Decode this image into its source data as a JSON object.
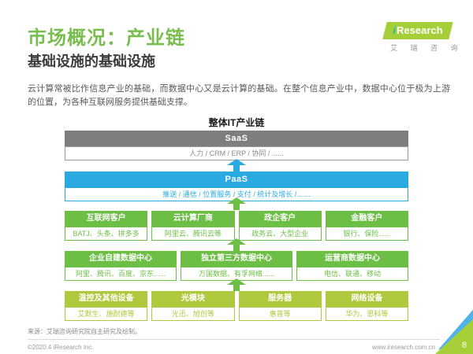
{
  "slide": {
    "title": "市场概况：产业链",
    "subtitle": "基础设施的基础设施",
    "body": "云计算常被比作信息产业的基础，而数据中心又是云计算的基础。在整个信息产业中，数据中心位于极为上游的位置，为各种互联网服务提供基础支撑。",
    "source": "来源：艾瑞咨询研究院自主研究及绘制。"
  },
  "logo": {
    "i": "i",
    "name": "Research",
    "cn": "艾 瑞 咨 询"
  },
  "footer": {
    "copyright": "©2020.4 iResearch Inc.",
    "website": "www.iresearch.com.cn",
    "page_number": "8"
  },
  "diagram": {
    "title": "整体IT产业链",
    "saas": {
      "label": "SaaS",
      "items": "人力 / CRM / ERP / 协同 / ......"
    },
    "paas": {
      "label": "PaaS",
      "items": "推送 / 通信 / 位置服务 / 支付 / 统计及增长 / ......"
    },
    "rows": [
      {
        "boxes": [
          {
            "label": "互联网客户",
            "items": "BATJ、头条、拼多多"
          },
          {
            "label": "云计算厂商",
            "items": "阿里云、腾讯云等"
          },
          {
            "label": "政企客户",
            "items": "政务云、大型企业"
          },
          {
            "label": "金融客户",
            "items": "银行、保险......"
          }
        ]
      },
      {
        "boxes": [
          {
            "label": "企业自建数据中心",
            "items": "阿里、腾讯、百度、京东......"
          },
          {
            "label": "独立第三方数据中心",
            "items": "万国数据、有孚网络......"
          },
          {
            "label": "运营商数据中心",
            "items": "电信、联通、移动"
          }
        ]
      },
      {
        "boxes": [
          {
            "label": "温控及其他设备",
            "items": "艾默生、施耐德等"
          },
          {
            "label": "光模块",
            "items": "光迅、旭创等"
          },
          {
            "label": "服务器",
            "items": "惠普等"
          },
          {
            "label": "网络设备",
            "items": "华为、思科等"
          }
        ]
      }
    ]
  },
  "colors": {
    "accent-green": "#6CBE45",
    "lime-green": "#AFC93F",
    "accent-blue": "#29ABE2",
    "header-gray": "#7E7E80",
    "logo-green": "#A5CE39",
    "logo-teal": "#2BB5B5",
    "corner-blue": "#4FB3E8",
    "title-green": "#7ABD4F"
  }
}
